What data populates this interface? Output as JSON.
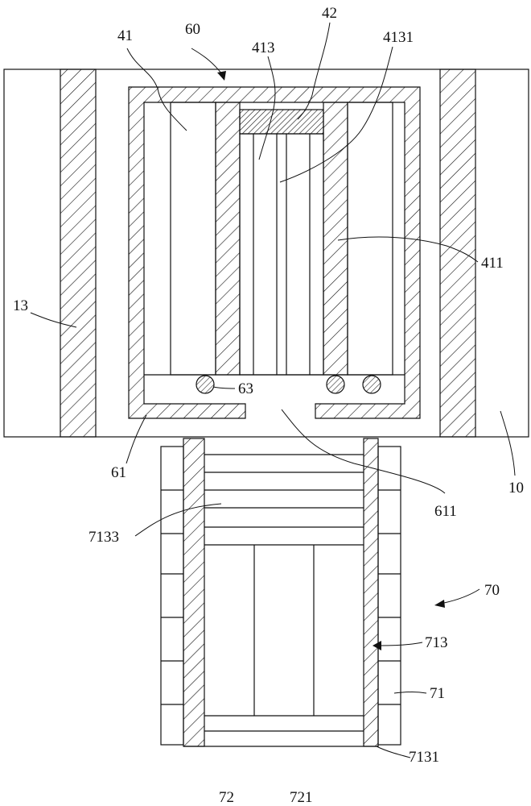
{
  "labels": {
    "l10": "10",
    "l13": "13",
    "l41": "41",
    "l42": "42",
    "l60": "60",
    "l61": "61",
    "l63": "63",
    "l70": "70",
    "l71": "71",
    "l72": "72",
    "l411": "411",
    "l413": "413",
    "l611": "611",
    "l713": "713",
    "l721": "721",
    "l4131": "4131",
    "l7131": "7131",
    "l7133": "7133"
  },
  "colors": {
    "line": "#111111",
    "background": "#ffffff"
  }
}
